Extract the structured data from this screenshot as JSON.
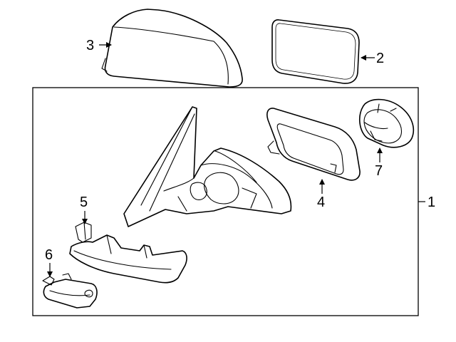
{
  "callouts": {
    "c1": "1",
    "c2": "2",
    "c3": "3",
    "c4": "4",
    "c5": "5",
    "c6": "6",
    "c7": "7"
  },
  "parts": {
    "p1": "mirror-assembly",
    "p2": "mirror-glass",
    "p3": "mirror-cover",
    "p4": "mirror-glass-backing",
    "p5": "lower-trim-cover",
    "p6": "turn-signal-lamp",
    "p7": "motor-unit"
  },
  "colors": {
    "line": "#000000",
    "background": "#ffffff"
  }
}
